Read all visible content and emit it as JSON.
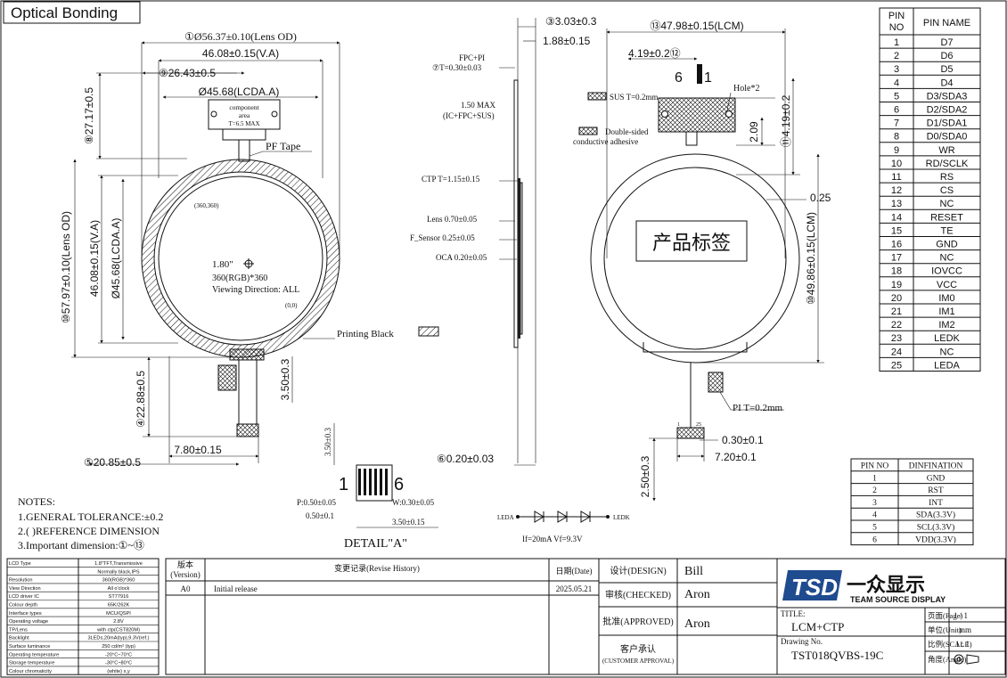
{
  "title": "Optical Bonding",
  "front": {
    "lens_od": "①Ø56.37±0.10(Lens OD)",
    "va_width": "46.08±0.15(V.A)",
    "dim9": "⑨26.43±0.5",
    "lcda_width": "Ø45.68(LCDA.A)",
    "component": [
      "component",
      "area",
      "T=6.5 MAX"
    ],
    "pf_tape": "PF Tape",
    "dim8": "⑧27.17±0.5",
    "lens_od_v": "⑩57.97±0.10(Lens OD)",
    "va_height": "46.08±0.15(V.A)",
    "lcda_height": "Ø45.68(LCDA.A)",
    "coord_top": "(360,360)",
    "coord_bottom": "(0,0)",
    "size": "1.80\"",
    "resolution": "360(RGB)*360",
    "viewing": "Viewing Direction: ALL",
    "printing_black": "Printing Black",
    "dim4": "④22.88±0.5",
    "dim_350": "3.50±0.3",
    "dim5": "⑤20.85±0.5",
    "dim_780": "7.80±0.15"
  },
  "side": {
    "dim3": "③3.03±0.3",
    "dim_188": "1.88±0.15",
    "fpc": "FPC+PI",
    "dim7": "⑦T=0.30±0.03",
    "max150": "1.50 MAX",
    "icfpc": "(IC+FPC+SUS)",
    "ctp": "CTP T=1.15±0.15",
    "lens": "Lens 0.70±0.05",
    "fsensor": "F_Sensor 0.25±0.05",
    "oca": "OCA 0.20±0.05",
    "dim6": "⑥0.20±0.03"
  },
  "back": {
    "dim13": "⑬47.98±0.15(LCM)",
    "dim_419a": "4.19±0.2⑫",
    "pin_6": "6",
    "pin_1": "1",
    "hole": "Hole*2",
    "sus": "SUS T=0.2mm",
    "dsa1": "Double-sided",
    "dsa2": "conductive adhesive",
    "dim_209": "2.09",
    "dim_419b": "⑪4.19±0.2",
    "dim_025": "0.25",
    "label": "产品标签",
    "lcm_h": "⑩49.86±0.15(LCM)",
    "pi": "PI T=0.2mm",
    "fpc_1": "1",
    "fpc_25": "25",
    "dim_030": "0.30±0.1",
    "dim_720": "7.20±0.1",
    "dim_250": "2.50±0.3"
  },
  "detail": {
    "dim_350_03": "3.50±0.3",
    "one": "1",
    "six": "6",
    "p": "P:0.50±0.05",
    "w": "W:0.30±0.05",
    "p050": "0.50±0.1",
    "d350": "3.50±0.15",
    "title": "DETAIL\"A\""
  },
  "led": {
    "leda": "LEDA",
    "ledk": "LEDK",
    "spec": "If=20mA  Vf=9.3V"
  },
  "notes": {
    "title": "NOTES:",
    "items": [
      "1.GENERAL TOLERANCE:±0.2",
      "2.( )REFERENCE DIMENSION",
      "3.Important dimension:①~⑬"
    ]
  },
  "pin_table": {
    "headers": [
      "PIN NO",
      "PIN NAME"
    ],
    "rows": [
      [
        "1",
        "D7"
      ],
      [
        "2",
        "D6"
      ],
      [
        "3",
        "D5"
      ],
      [
        "4",
        "D4"
      ],
      [
        "5",
        "D3/SDA3"
      ],
      [
        "6",
        "D2/SDA2"
      ],
      [
        "7",
        "D1/SDA1"
      ],
      [
        "8",
        "D0/SDA0"
      ],
      [
        "9",
        "WR"
      ],
      [
        "10",
        "RD/SCLK"
      ],
      [
        "11",
        "RS"
      ],
      [
        "12",
        "CS"
      ],
      [
        "13",
        "NC"
      ],
      [
        "14",
        "RESET"
      ],
      [
        "15",
        "TE"
      ],
      [
        "16",
        "GND"
      ],
      [
        "17",
        "NC"
      ],
      [
        "18",
        "IOVCC"
      ],
      [
        "19",
        "VCC"
      ],
      [
        "20",
        "IM0"
      ],
      [
        "21",
        "IM1"
      ],
      [
        "22",
        "IM2"
      ],
      [
        "23",
        "LEDK"
      ],
      [
        "24",
        "NC"
      ],
      [
        "25",
        "LEDA"
      ]
    ]
  },
  "ctp_table": {
    "headers": [
      "PIN NO",
      "DINFINATION"
    ],
    "rows": [
      [
        "1",
        "GND"
      ],
      [
        "2",
        "RST"
      ],
      [
        "3",
        "INT"
      ],
      [
        "4",
        "SDA(3.3V)"
      ],
      [
        "5",
        "SCL(3.3V)"
      ],
      [
        "6",
        "VDD(3.3V)"
      ]
    ]
  },
  "spec_table": [
    [
      "LCD Type",
      "1.8\"TFT,Transmissive"
    ],
    [
      "",
      "Normally black,IPS"
    ],
    [
      "Resolution",
      "360(RGB)*360"
    ],
    [
      "View Direction",
      "All o'clock"
    ],
    [
      "LCD driver IC",
      "ST77916"
    ],
    [
      "Colour depth",
      "65K/262K"
    ],
    [
      "Interface types",
      "MCU/QSPI"
    ],
    [
      "Operating voltage",
      "2.8V"
    ],
    [
      "TP/Lens",
      "with ctp(CST820M)"
    ],
    [
      "Backlight",
      "3LEDs,20mA(typ),9.3V(ref.)"
    ],
    [
      "Surface luminance",
      "250 cd/m² (typ)"
    ],
    [
      "Operating temperature",
      "-20°C~70°C"
    ],
    [
      "Storage temperature",
      "-30°C~80°C"
    ],
    [
      "Colour chromaticity",
      "(white) x,y"
    ]
  ],
  "title_block": {
    "version_label": "版本",
    "version_label2": "(Version)",
    "history_label": "变更记录(Revise History)",
    "date_label": "日期(Date)",
    "version": "A0",
    "history": "Initial release",
    "date": "2025.05.21",
    "design_label": "设计(DESIGN)",
    "design": "Bill",
    "checked_label": "审核(CHECKED)",
    "checked": "Aron",
    "approved_label": "批准(APPROVED)",
    "approved": "Aron",
    "customer_label": "客户承认",
    "customer_label2": "(CUSTOMER APPROVAL)",
    "company_cn": "一众显示",
    "company_en": "TEAM SOURCE DISPLAY",
    "title_label": "TITLE:",
    "title": "LCM+CTP",
    "drawing_label": "Drawing No.",
    "drawing": "TST018QVBS-19C",
    "page_label": "页面(Page)",
    "page": "1 / 1",
    "unit_label": "单位(Unit)",
    "unit": "mm",
    "scale_label": "比例(SCALE)",
    "scale": "1 : 1",
    "angle_label": "角度(Angle)"
  }
}
